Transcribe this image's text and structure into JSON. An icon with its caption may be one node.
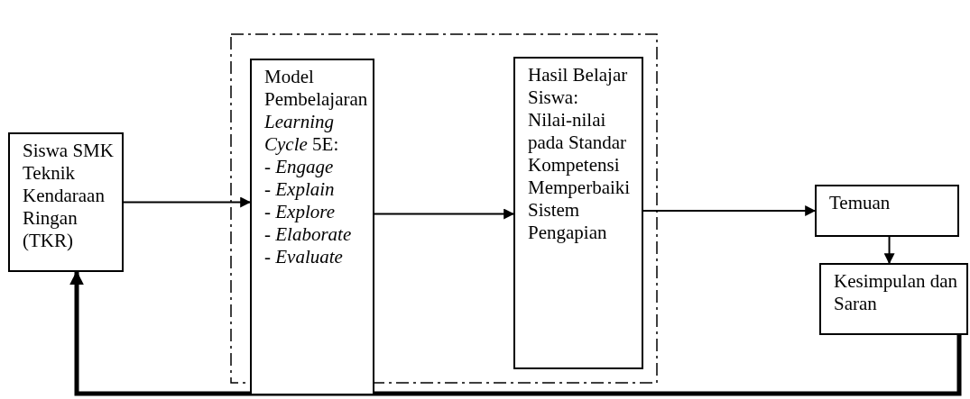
{
  "diagram": {
    "nodes": [
      {
        "text": [
          "Siswa SMK Teknik Kendaraan Ringan (TKR)"
        ]
      },
      {
        "text": [],
        "shape": "box"
      },
      {
        "text": [
          "Model Pembelajaran *Learning Cycle* 5E:",
          "- *Engage*",
          "- *Explain*",
          "- *Explore*",
          "- *Elaborate*",
          "- *Evaluate*"
        ],
        "in": 1
      },
      {
        "text": [
          "Hasil Belajar Siswa:",
          "Nilai-nilai pada Standar Kompetensi Memperbaiki Sistem Pengapian"
        ],
        "in": 1
      },
      {
        "text": [
          "Temuan"
        ]
      },
      {
        "text": [
          "Kesimpulan dan Saran"
        ]
      }
    ],
    "edges": [
      {
        "from": 0,
        "to": 2,
        "arrow": "to"
      },
      {
        "from": 2,
        "to": 3,
        "arrow": "to"
      },
      {
        "from": 3,
        "to": 4,
        "arrow": "to"
      },
      {
        "from": 4,
        "to": 5,
        "arrow": "to"
      },
      {
        "from": 5,
        "to": 0,
        "arrow": "to",
        "style": "thick"
      }
    ]
  }
}
